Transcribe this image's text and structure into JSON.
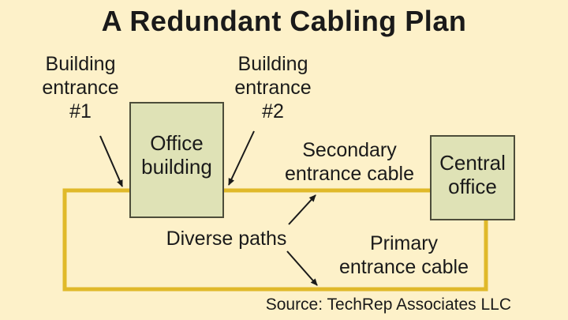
{
  "title": "A Redundant Cabling Plan",
  "labels": {
    "entrance1": [
      "Building",
      "entrance",
      "#1"
    ],
    "entrance2": [
      "Building",
      "entrance",
      "#2"
    ],
    "office": [
      "Office",
      "building"
    ],
    "central": [
      "Central",
      "office"
    ],
    "secondary": [
      "Secondary",
      "entrance cable"
    ],
    "primary": [
      "Primary",
      "entrance cable"
    ],
    "diverse": "Diverse paths"
  },
  "source": "Source: TechRep Associates LLC",
  "colors": {
    "background": "#fdf1c9",
    "box_fill": "#dfe2b6",
    "box_border": "#4d4d3a",
    "cable": "#e0b92a",
    "text": "#1a1a1a"
  }
}
